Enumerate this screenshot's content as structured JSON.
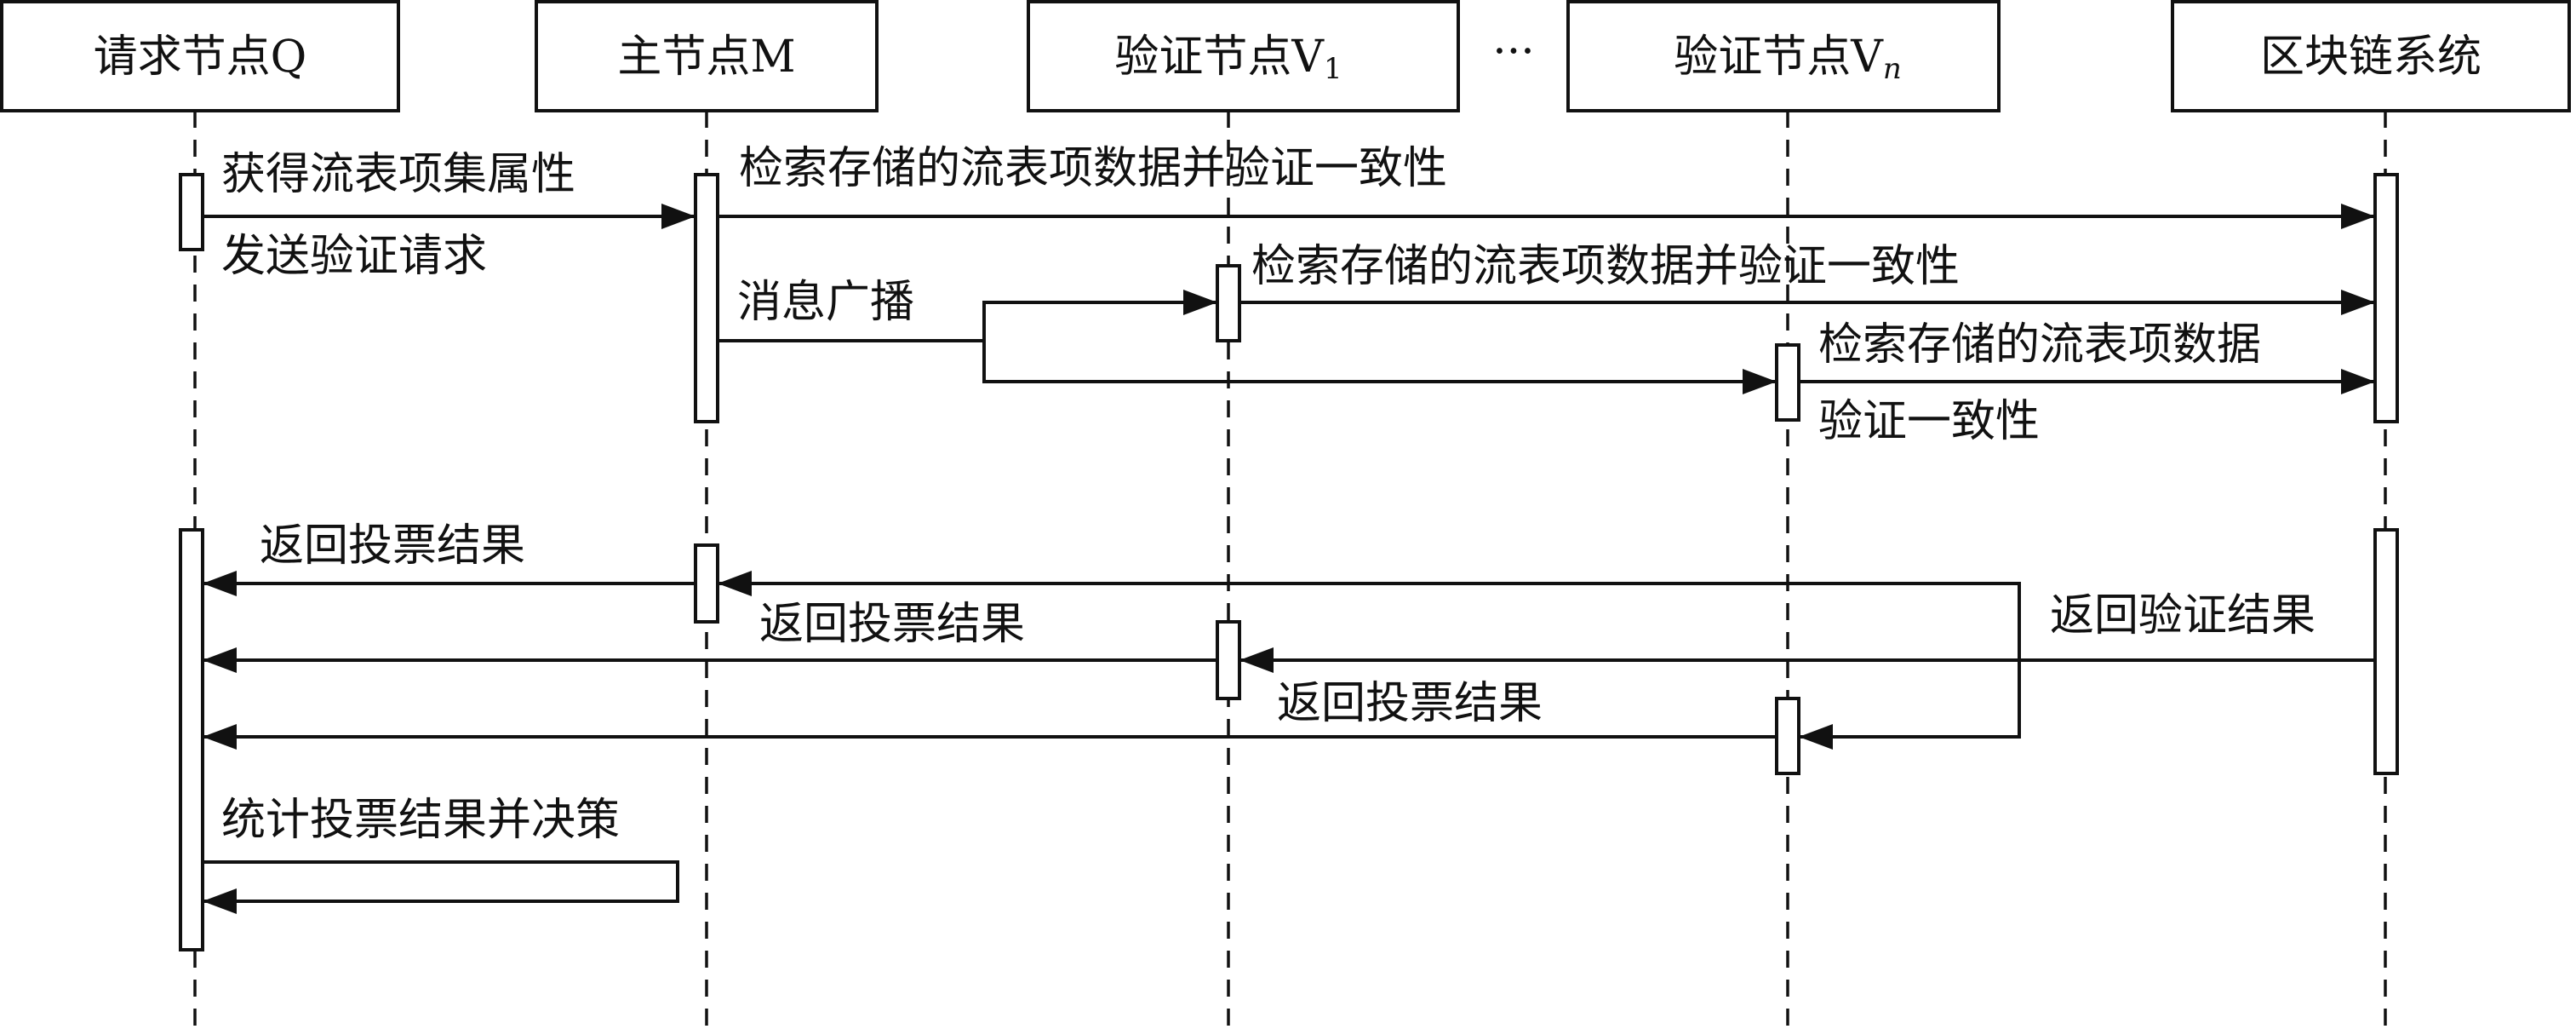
{
  "participants": {
    "q": "请求节点Q",
    "m": "主节点M",
    "v1_base": "验证节点V",
    "v1_sub": "1",
    "ellipsis": "···",
    "vn_base": "验证节点V",
    "vn_sub": "n",
    "bc": "区块链系统"
  },
  "messages": {
    "get_attr": "获得流表项集属性",
    "send_req": "发送验证请求",
    "m_retrieve": "检索存储的流表项数据并验证一致性",
    "broadcast": "消息广播",
    "v1_retrieve": "检索存储的流表项数据并验证一致性",
    "vn_retrieve_1": "检索存储的流表项数据",
    "vn_retrieve_2": "验证一致性",
    "vote_m": "返回投票结果",
    "vote_v1": "返回投票结果",
    "vote_vn": "返回投票结果",
    "verify_result": "返回验证结果",
    "tally": "统计投票结果并决策"
  }
}
